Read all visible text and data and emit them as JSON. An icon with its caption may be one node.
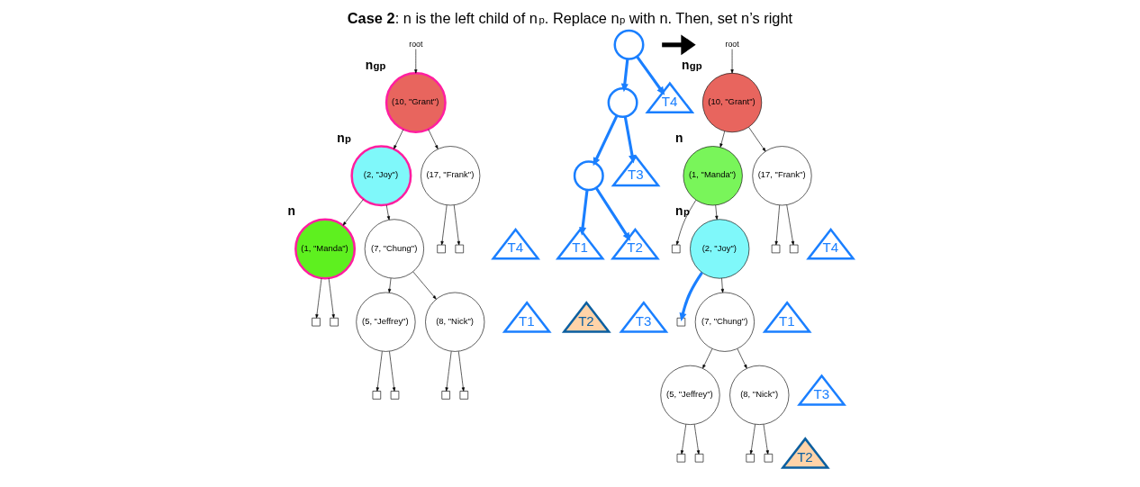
{
  "diagram": {
    "title": "**Case 2**: n is the left child of n$_{p}$. Replace n$_{p}$ with n. Then, set n’s right",
    "nodes": [
      {
        "text": [
          "root"
        ]
      },
      {
        "text": [
          "(10, \"Grant\")"
        ],
        "beside": [
          "n$_{gp}$"
        ]
      },
      {
        "text": [
          "(2, \"Joy\")"
        ],
        "beside": [
          "n$_{p}$"
        ]
      },
      {
        "text": [
          "(17, \"Frank\")"
        ]
      },
      {
        "text": [
          "(1, \"Manda\")"
        ],
        "beside": [
          "n"
        ]
      },
      {
        "text": [
          "(7, \"Chung\")"
        ]
      },
      {
        "text": [],
        "shape": "box"
      },
      {
        "text": [],
        "shape": "box"
      },
      {
        "text": [],
        "shape": "box"
      },
      {
        "text": [],
        "shape": "box"
      },
      {
        "text": [
          "(5, \"Jeffrey\")"
        ]
      },
      {
        "text": [
          "(8, \"Nick\")"
        ]
      },
      {
        "text": [],
        "shape": "box"
      },
      {
        "text": [],
        "shape": "box"
      },
      {
        "text": [],
        "shape": "box"
      },
      {
        "text": [],
        "shape": "box"
      },
      {
        "text": [
          "T1"
        ]
      },
      {
        "text": [
          "T2"
        ]
      },
      {
        "text": [
          "T3"
        ]
      },
      {
        "text": [
          "T4"
        ]
      },
      {
        "text": [],
        "shape": "circle"
      },
      {
        "text": [],
        "shape": "circle"
      },
      {
        "text": [],
        "shape": "circle"
      },
      {
        "text": [
          "T1"
        ]
      },
      {
        "text": [
          "T2"
        ]
      },
      {
        "text": [
          "T3"
        ]
      },
      {
        "text": [
          "T4"
        ]
      },
      {
        "text": [
          "root"
        ]
      },
      {
        "text": [
          "(10, \"Grant\")"
        ],
        "beside": [
          "n$_{gp}$"
        ]
      },
      {
        "text": [
          "(1, \"Manda\")"
        ],
        "beside": [
          "n"
        ]
      },
      {
        "text": [
          "(17, \"Frank\")"
        ]
      },
      {
        "text": [],
        "shape": "box"
      },
      {
        "text": [
          "(2, \"Joy\")"
        ],
        "beside": [
          "n$_{p}$"
        ]
      },
      {
        "text": [],
        "shape": "box"
      },
      {
        "text": [],
        "shape": "box"
      },
      {
        "text": [],
        "shape": "box"
      },
      {
        "text": [
          "(7, \"Chung\")"
        ]
      },
      {
        "text": [
          "(5, \"Jeffrey\")"
        ]
      },
      {
        "text": [
          "(8, \"Nick\")"
        ]
      },
      {
        "text": [],
        "shape": "box"
      },
      {
        "text": [],
        "shape": "box"
      },
      {
        "text": [],
        "shape": "box"
      },
      {
        "text": [],
        "shape": "box"
      },
      {
        "text": [
          "T1"
        ]
      },
      {
        "text": [
          "T2"
        ]
      },
      {
        "text": [
          "T3"
        ]
      },
      {
        "text": [
          "T4"
        ]
      }
    ],
    "edges": [
      {
        "from": 0,
        "to": 1,
        "arrow": "to"
      },
      {
        "from": 1,
        "to": 2,
        "arrow": "to"
      },
      {
        "from": 1,
        "to": 3,
        "arrow": "to"
      },
      {
        "from": 2,
        "to": 4,
        "arrow": "to"
      },
      {
        "from": 2,
        "to": 5,
        "arrow": "to"
      },
      {
        "from": 3,
        "to": 6,
        "arrow": "to"
      },
      {
        "from": 3,
        "to": 7,
        "arrow": "to"
      },
      {
        "from": 4,
        "to": 8,
        "arrow": "to"
      },
      {
        "from": 4,
        "to": 9,
        "arrow": "to"
      },
      {
        "from": 5,
        "to": 10,
        "arrow": "to"
      },
      {
        "from": 5,
        "to": 11,
        "arrow": "to"
      },
      {
        "from": 10,
        "to": 12,
        "arrow": "to"
      },
      {
        "from": 10,
        "to": 13,
        "arrow": "to"
      },
      {
        "from": 11,
        "to": 14,
        "arrow": "to"
      },
      {
        "from": 11,
        "to": 15,
        "arrow": "to"
      },
      {
        "from": 20,
        "to": 21,
        "arrow": "to",
        "color": "#1a7fff",
        "style": "thick"
      },
      {
        "from": 21,
        "to": 22,
        "arrow": "to",
        "color": "#1a7fff",
        "style": "thick"
      },
      {
        "from": 22,
        "to": 23,
        "arrow": "to",
        "color": "#1a7fff",
        "style": "thick"
      },
      {
        "from": 22,
        "to": 24,
        "arrow": "to",
        "color": "#1a7fff",
        "style": "thick"
      },
      {
        "from": 21,
        "to": 25,
        "arrow": "to",
        "color": "#1a7fff",
        "style": "thick"
      },
      {
        "from": 20,
        "to": 26,
        "arrow": "to",
        "color": "#1a7fff",
        "style": "thick"
      },
      {
        "from": 27,
        "to": 28,
        "arrow": "to"
      },
      {
        "from": 28,
        "to": 29,
        "arrow": "to"
      },
      {
        "from": 28,
        "to": 30,
        "arrow": "to"
      },
      {
        "from": 29,
        "to": 31,
        "arrow": "to"
      },
      {
        "from": 29,
        "to": 32,
        "arrow": "to"
      },
      {
        "from": 32,
        "to": 33,
        "arrow": "to",
        "color": "#1a7fff",
        "style": "thick"
      },
      {
        "from": 32,
        "to": 36,
        "arrow": "to"
      },
      {
        "from": 30,
        "to": 34,
        "arrow": "to"
      },
      {
        "from": 30,
        "to": 35,
        "arrow": "to"
      },
      {
        "from": 36,
        "to": 37,
        "arrow": "to"
      },
      {
        "from": 36,
        "to": 38,
        "arrow": "to"
      },
      {
        "from": 37,
        "to": 39,
        "arrow": "to"
      },
      {
        "from": 37,
        "to": 40,
        "arrow": "to"
      },
      {
        "from": 38,
        "to": 41,
        "arrow": "to"
      },
      {
        "from": 38,
        "to": 42,
        "arrow": "to"
      }
    ]
  }
}
